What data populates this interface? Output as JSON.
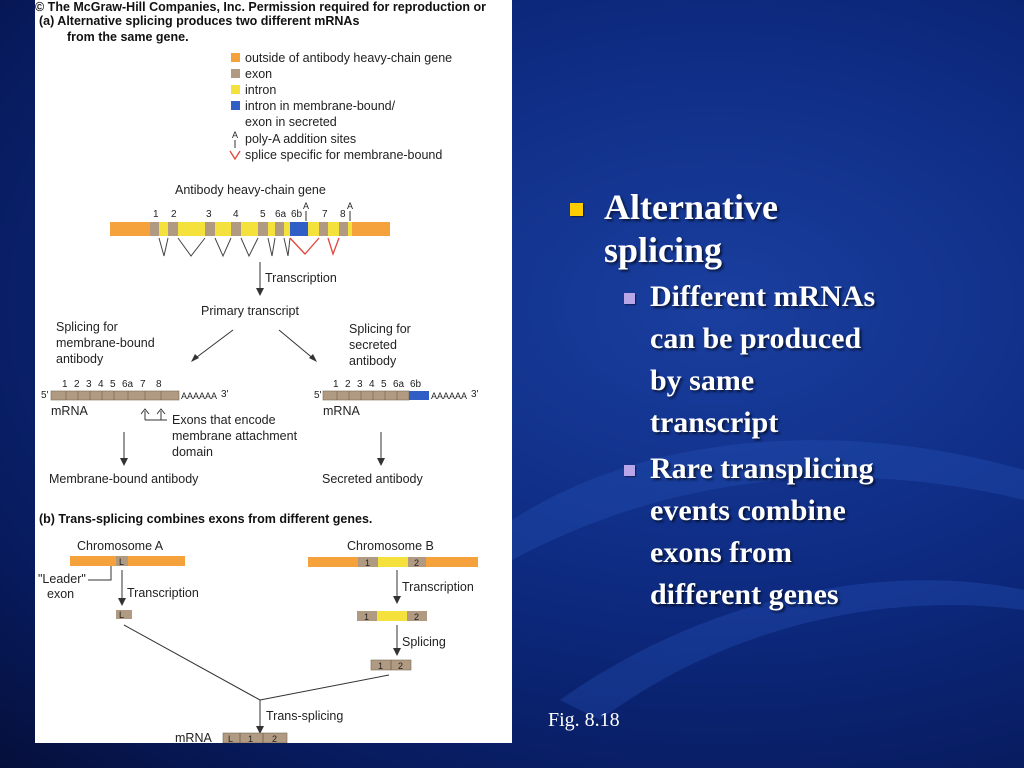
{
  "figure": {
    "copyright": "© The McGraw-Hill Companies, Inc. Permission required for reproduction or",
    "part_a_title_1": "(a)  Alternative splicing produces two different mRNAs",
    "part_a_title_2": "from the same gene.",
    "legend": [
      {
        "label": "outside of antibody heavy-chain gene",
        "color": "#f5a23c"
      },
      {
        "label": "exon",
        "color": "#b09a82"
      },
      {
        "label": "intron",
        "color": "#f4e13b"
      },
      {
        "label": "intron in membrane-bound/",
        "color": "#2f5fc4"
      },
      {
        "label": "exon in secreted",
        "color": ""
      },
      {
        "label": "poly-A addition sites",
        "color": ""
      },
      {
        "label": "splice specific for membrane-bound",
        "color": "#e0463c"
      }
    ],
    "polya_mark": "A",
    "gene_title": "Antibody heavy-chain gene",
    "gene_exons": [
      "1",
      "2",
      "3",
      "4",
      "5",
      "6a",
      "6b",
      "7",
      "8"
    ],
    "transcription": "Transcription",
    "primary_transcript": "Primary transcript",
    "splice_membrane": [
      "Splicing for",
      "membrane-bound",
      "antibody"
    ],
    "splice_secreted": [
      "Splicing for",
      "secreted",
      "antibody"
    ],
    "five_prime": "5'",
    "three_prime": "3'",
    "polya_tail": "AAAAAA",
    "mrna_left_nums": [
      "1",
      "2",
      "3",
      "4",
      "5",
      "6a",
      "7",
      "8"
    ],
    "mrna_right_nums": [
      "1",
      "2",
      "3",
      "4",
      "5",
      "6a",
      "6b"
    ],
    "mrna_label": "mRNA",
    "exons_encode": [
      "Exons that encode",
      "membrane attachment",
      "domain"
    ],
    "membrane_antibody": "Membrane-bound antibody",
    "secreted_antibody": "Secreted antibody",
    "part_b_title": "(b)  Trans-splicing combines exons from different genes.",
    "chrom_a": "Chromosome A",
    "chrom_b": "Chromosome B",
    "leader_1": "\"Leader\"",
    "leader_2": "exon",
    "leader_mark": "L",
    "exon_one": "1",
    "exon_two": "2",
    "splicing": "Splicing",
    "trans_splicing": "Trans-splicing"
  },
  "slide": {
    "bullet_main": [
      "Alternative",
      "splicing"
    ],
    "sub_bullet_1": [
      "Different mRNAs",
      "can be produced",
      "by same",
      "transcript"
    ],
    "sub_bullet_2": [
      "Rare transplicing",
      "events combine",
      "exons from",
      "different genes"
    ],
    "caption": "Fig. 8.18"
  },
  "colors": {
    "background": "#0d2a80",
    "bullet_square": "#ffcc00",
    "sub_bullet_square": "#b9a6e8",
    "text": "#ffffff"
  }
}
